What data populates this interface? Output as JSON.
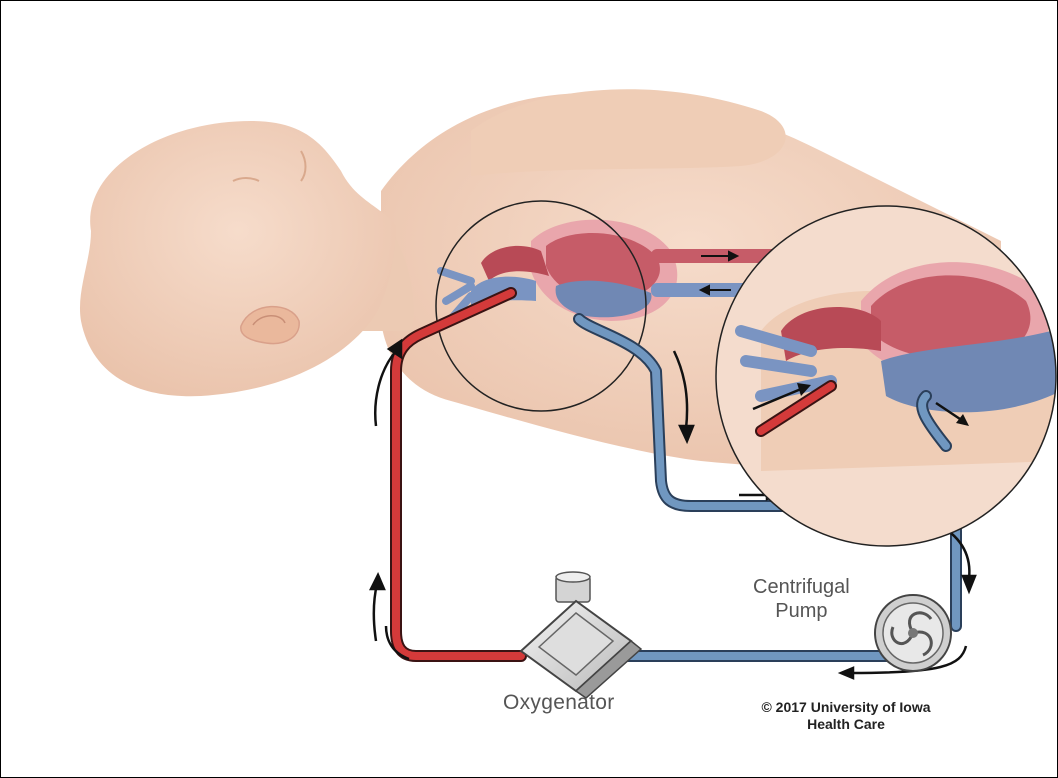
{
  "diagram": {
    "labels": {
      "pump_line1": "Centrifugal",
      "pump_line2": "Pump",
      "oxygenator": "Oxygenator"
    },
    "credit": {
      "line1": "© 2017 University of Iowa",
      "line2": "Health Care"
    },
    "colors": {
      "oxygenated_blood": "#d43a3a",
      "venous_blood": "#6f93bd",
      "skin": "#f2d2bd",
      "heart": "#c65c68",
      "outline": "#222222"
    },
    "icons": [
      "flow-arrow-icon",
      "pump-icon",
      "oxygenator-icon"
    ]
  }
}
